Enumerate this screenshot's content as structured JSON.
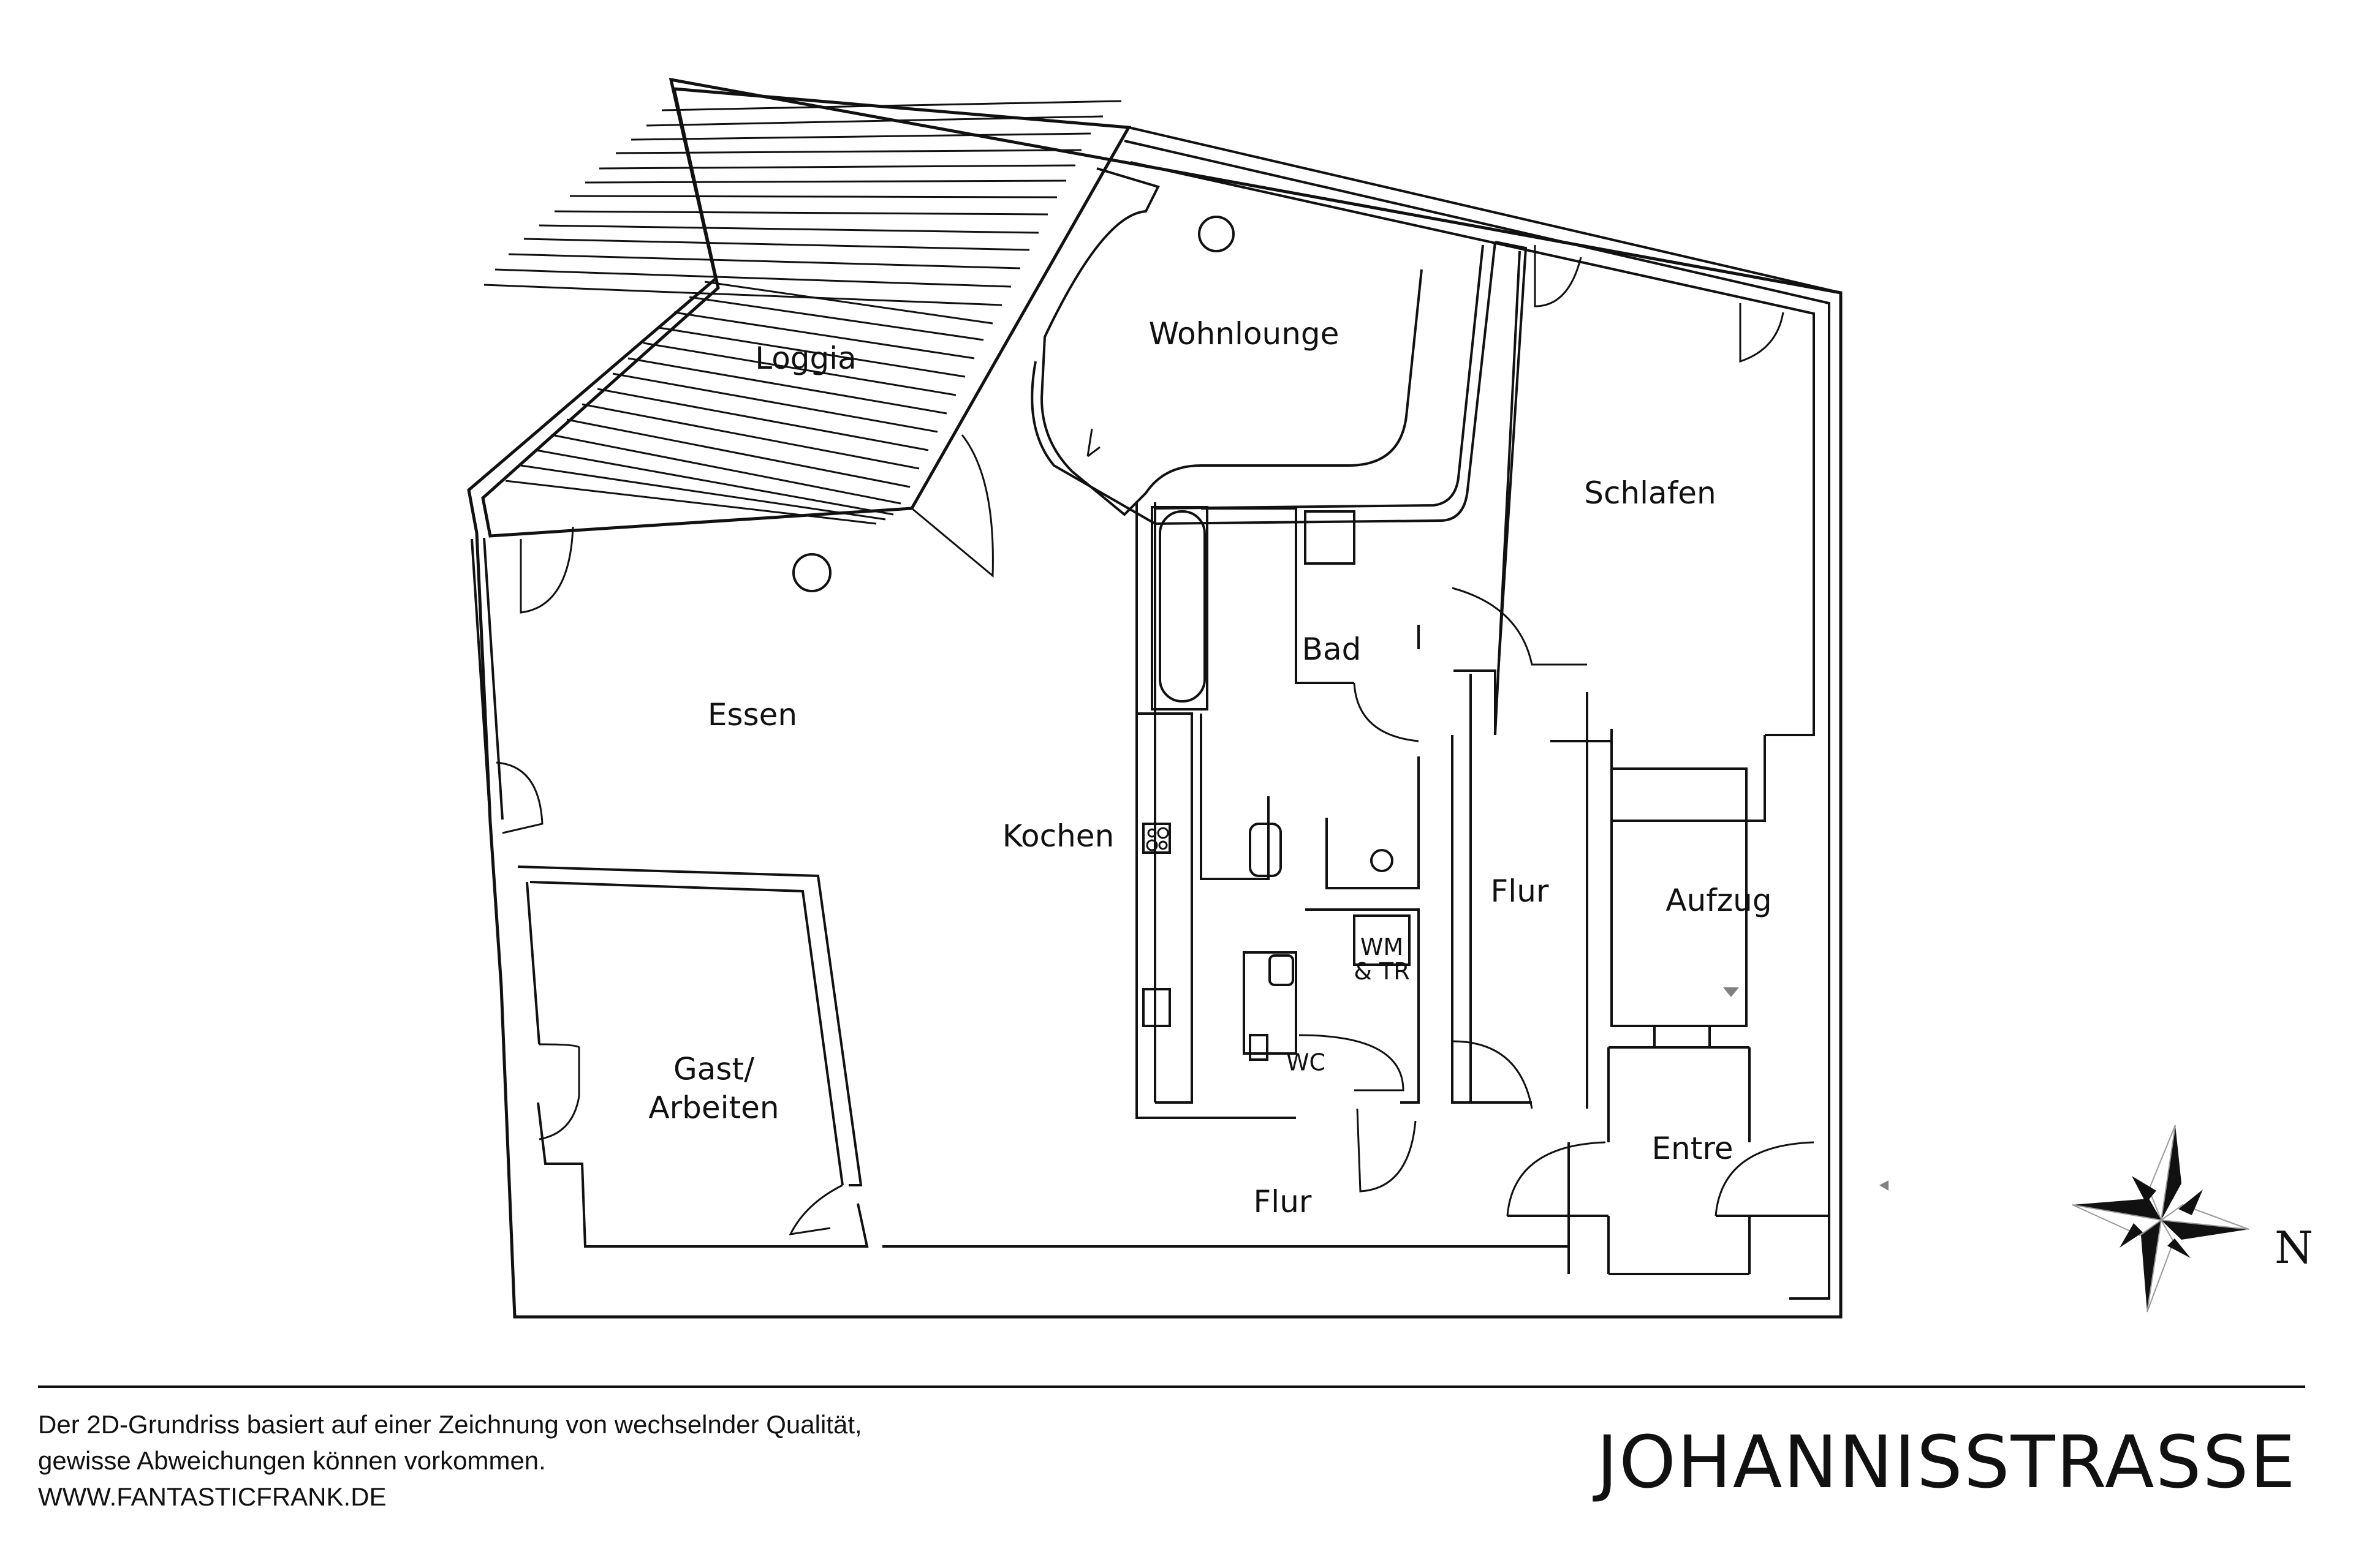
{
  "plan": {
    "rooms": {
      "loggia": "Loggia",
      "wohnlounge": "Wohnlounge",
      "schlafen": "Schlafen",
      "essen": "Essen",
      "bad": "Bad",
      "kochen": "Kochen",
      "flur_upper": "Flur",
      "aufzug": "Aufzug",
      "wm_tr": "WM\n& TR",
      "wc": "WC",
      "gast_arbeiten": "Gast/\nArbeiten",
      "entre": "Entre",
      "flur_lower": "Flur"
    },
    "compass": {
      "icon": "compass-rose-icon",
      "direction_label": "N"
    },
    "markers": {
      "elevator_arrow": "triangle-down-icon",
      "entrance_arrow": "triangle-left-icon",
      "marker_color": "#808080"
    }
  },
  "footer": {
    "disclaimer_line1": "Der 2D-Grundriss basiert auf einer Zeichnung von wechselnder Qualität,",
    "disclaimer_line2": "gewisse Abweichungen können vorkommen.",
    "website": "WWW.FANTASTICFRANK.DE",
    "street_name": "JOHANNISSTRASSE"
  }
}
